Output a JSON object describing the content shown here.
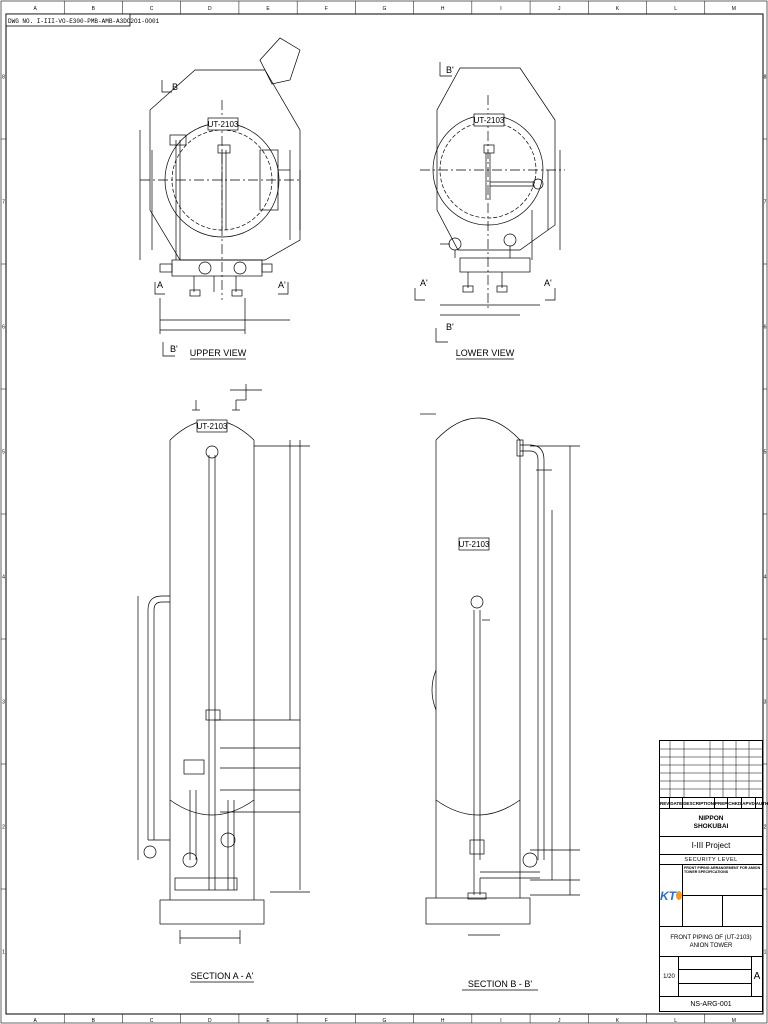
{
  "drawing_no_label": "DWG NO. I-III-VO-E300-PMB-AMB-A3DO2O1-OO01",
  "colors": {
    "line": "#000000",
    "logo_blue": "#2a6fc9",
    "logo_orange": "#f29b1d"
  },
  "grid": {
    "columns": [
      "A",
      "B",
      "C",
      "D",
      "E",
      "F",
      "G",
      "H",
      "I",
      "J",
      "K",
      "L",
      "M"
    ],
    "rows": [
      "8",
      "7",
      "6",
      "5",
      "4",
      "3",
      "2",
      "1"
    ]
  },
  "views": {
    "upper": {
      "title": "UPPER VIEW",
      "tag": "UT-2103",
      "marker_b": "B",
      "marker_a": "A",
      "marker_a2": "A'",
      "marker_b2": "B'"
    },
    "lower": {
      "title": "LOWER VIEW",
      "tag": "UT-2103",
      "marker_b": "B'",
      "marker_a": "A'",
      "marker_a2": "A'",
      "marker_b2": "B'"
    },
    "section_a": {
      "title": "SECTION A - A'",
      "tag": "UT-2103"
    },
    "section_b": {
      "title": "SECTION B - B'",
      "tag": "UT-2103"
    }
  },
  "title_block": {
    "rev_headers": [
      "REV",
      "DATE",
      "DESCRIPTION",
      "PREP",
      "CHKD",
      "APVD",
      "AUTHD"
    ],
    "company_line1": "NIPPON",
    "company_line2": "SHOKUBAI",
    "project": "I-III Project",
    "area": "SECURITY LEVEL",
    "dense_text": "FRONT PIPING ARRANGEMENT FOR AMION TOWER SPECIFICATIONS",
    "logo_text": "KT",
    "doc_title_line1": "FRONT PIPING OF (UT-2103)",
    "doc_title_line2": "ANION TOWER",
    "scale": "1/20",
    "sheet_size": "A",
    "doc_no": "NS-ARG-001"
  }
}
